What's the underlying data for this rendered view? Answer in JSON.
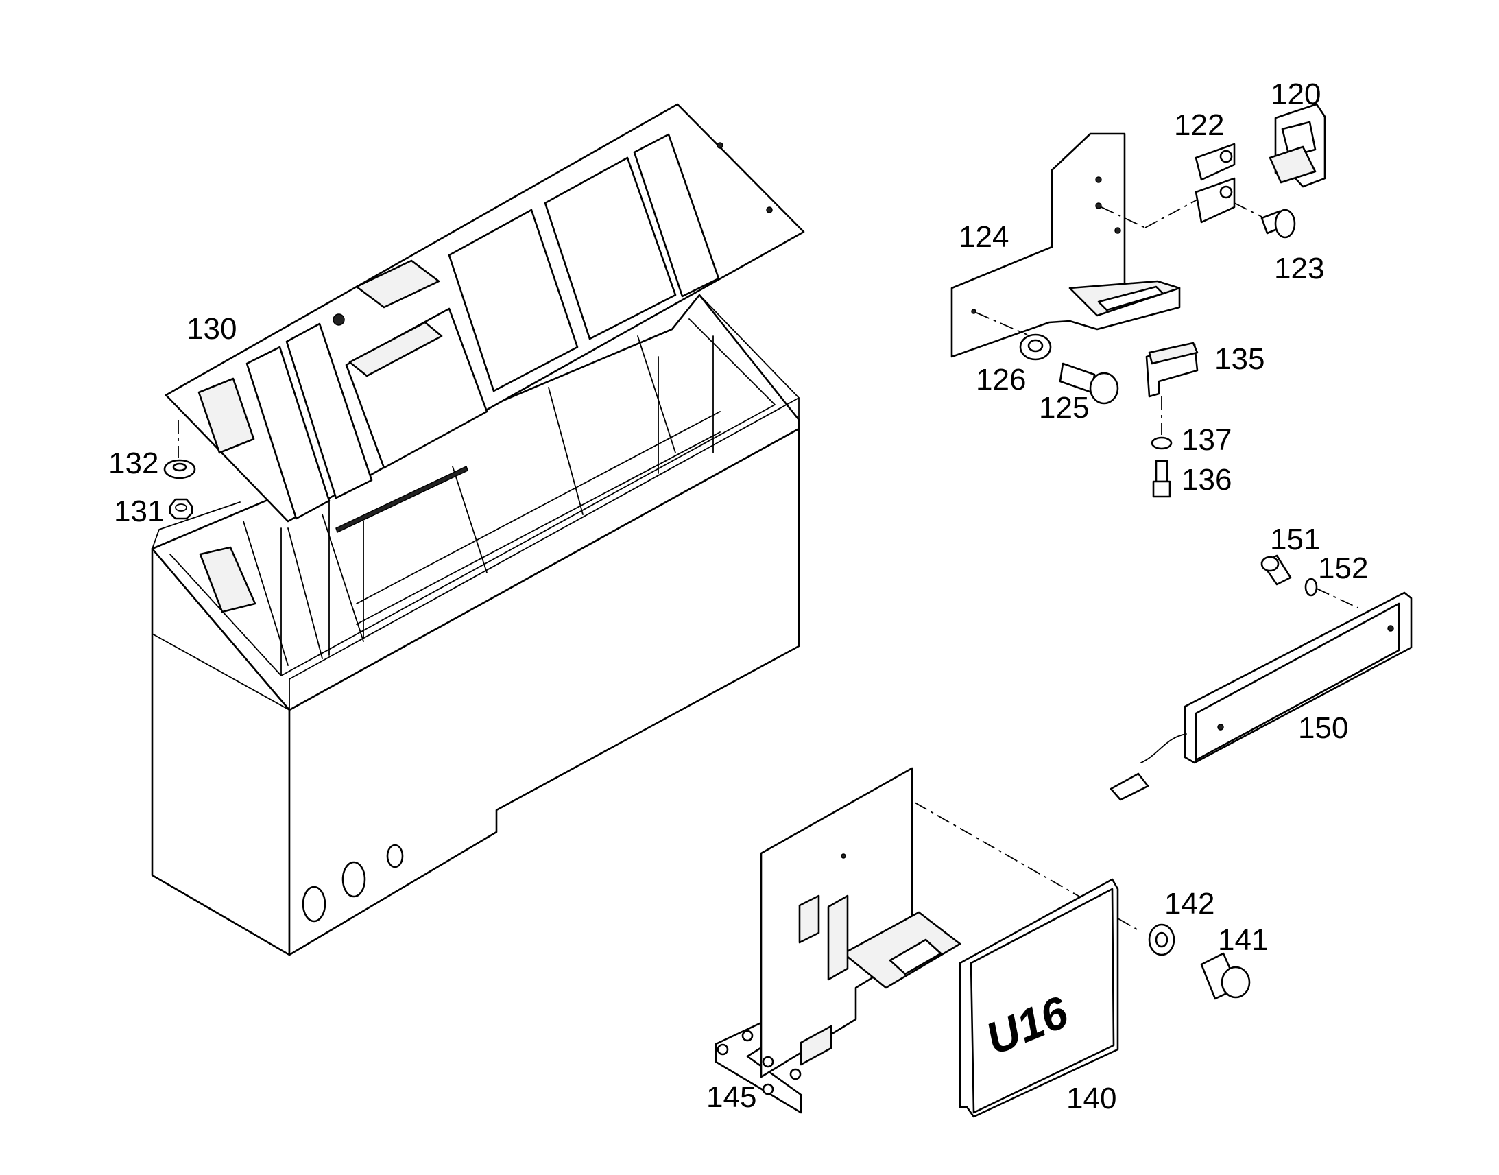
{
  "diagram": {
    "callouts": {
      "c120": "120",
      "c122": "122",
      "c123": "123",
      "c124": "124",
      "c125": "125",
      "c126": "126",
      "c130": "130",
      "c131": "131",
      "c132": "132",
      "c135": "135",
      "c136": "136",
      "c137": "137",
      "c140": "140",
      "c141": "141",
      "c142": "142",
      "c145": "145",
      "c150": "150",
      "c151": "151",
      "c152": "152"
    },
    "module_marking": "U16"
  }
}
